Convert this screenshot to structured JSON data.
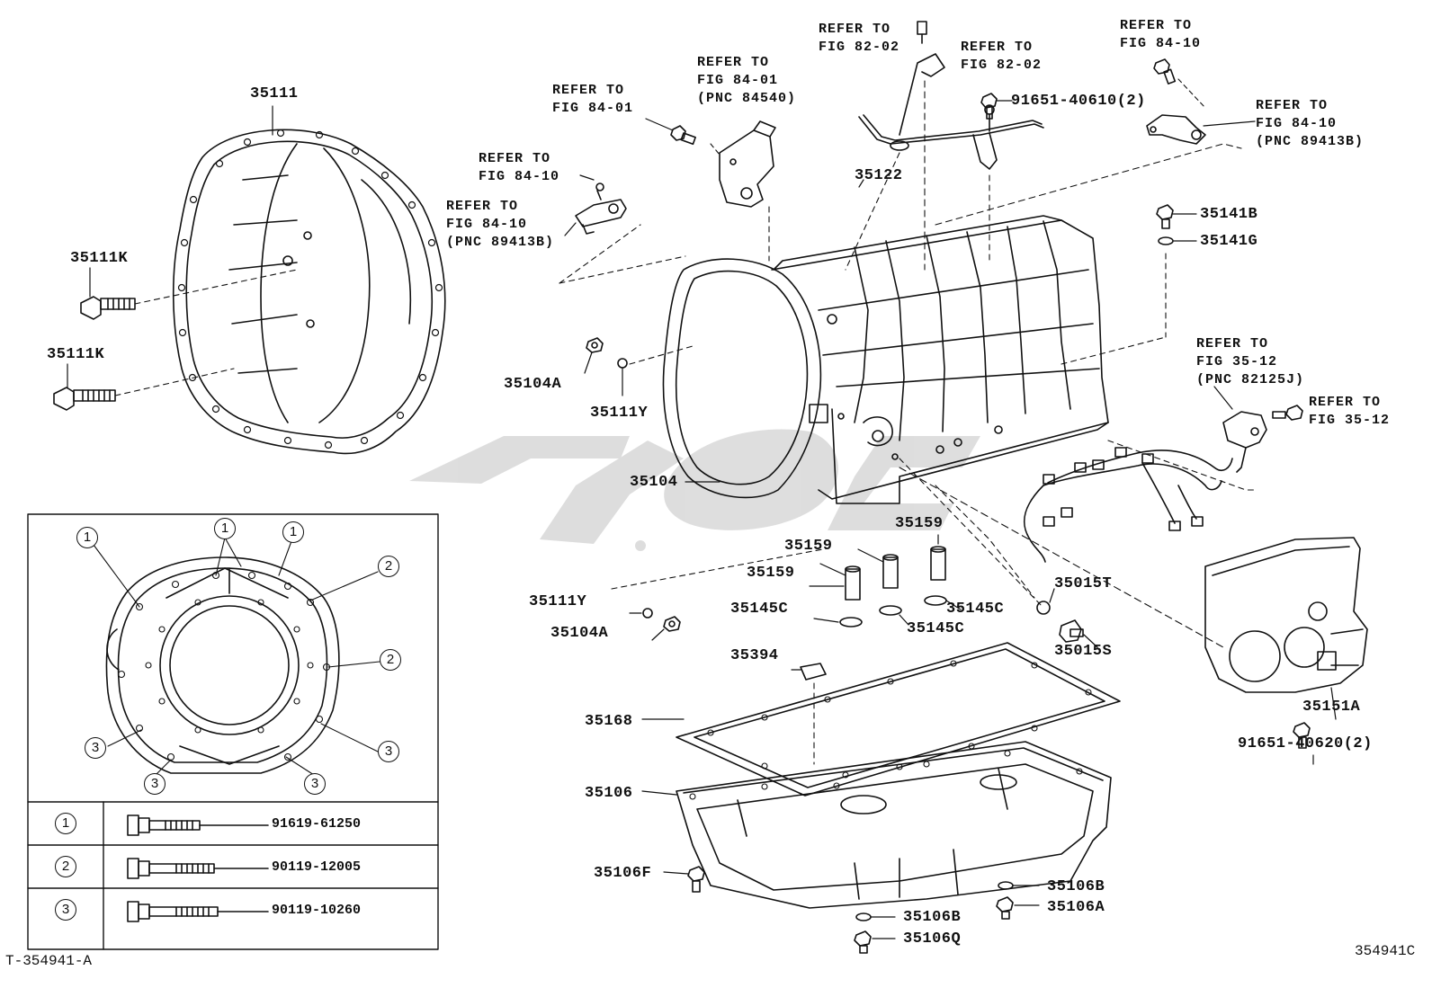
{
  "diagram_id": "354941C",
  "sheet_ref": "T-354941-A",
  "part_labels": {
    "p35111": "35111",
    "p35111K_a": "35111K",
    "p35111K_b": "35111K",
    "p35104A_a": "35104A",
    "p35111Y_a": "35111Y",
    "p35104": "35104",
    "p35122": "35122",
    "p91651_40610": "91651-40610(2)",
    "p35141B": "35141B",
    "p35141G": "35141G",
    "p35159_a": "35159",
    "p35159_b": "35159",
    "p35159_c": "35159",
    "p35145C_a": "35145C",
    "p35145C_b": "35145C",
    "p35145C_c": "35145C",
    "p35111Y_b": "35111Y",
    "p35104A_b": "35104A",
    "p35015T": "35015T",
    "p35015S": "35015S",
    "p35394": "35394",
    "p35168": "35168",
    "p35106": "35106",
    "p35106F": "35106F",
    "p35106B_a": "35106B",
    "p35106A": "35106A",
    "p35106B_b": "35106B",
    "p35106Q": "35106Q",
    "p35151A": "35151A",
    "p91651_40620": "91651-40620(2)"
  },
  "references": {
    "r1": "REFER TO\nFIG 84-01",
    "r2": "REFER TO\nFIG 84-01\n(PNC 84540)",
    "r3": "REFER TO\nFIG 84-10",
    "r4": "REFER TO\nFIG 84-10\n(PNC 89413B)",
    "r5": "REFER TO\nFIG 82-02",
    "r6": "REFER TO\nFIG 82-02",
    "r7": "REFER TO\nFIG 84-10",
    "r8": "REFER TO\nFIG 84-10\n(PNC 89413B)",
    "r9": "REFER TO\nFIG 35-12\n(PNC 82125J)",
    "r10": "REFER TO\nFIG 35-12"
  },
  "bolt_callouts": [
    "1",
    "1",
    "1",
    "2",
    "2",
    "3",
    "3",
    "3",
    "3"
  ],
  "bolt_table": [
    {
      "index": "1",
      "part": "91619-61250"
    },
    {
      "index": "2",
      "part": "90119-12005"
    },
    {
      "index": "3",
      "part": "90119-10260"
    }
  ],
  "watermark_text": "",
  "colors": {
    "ink": "#111111",
    "watermark": "#d9d9d9"
  }
}
